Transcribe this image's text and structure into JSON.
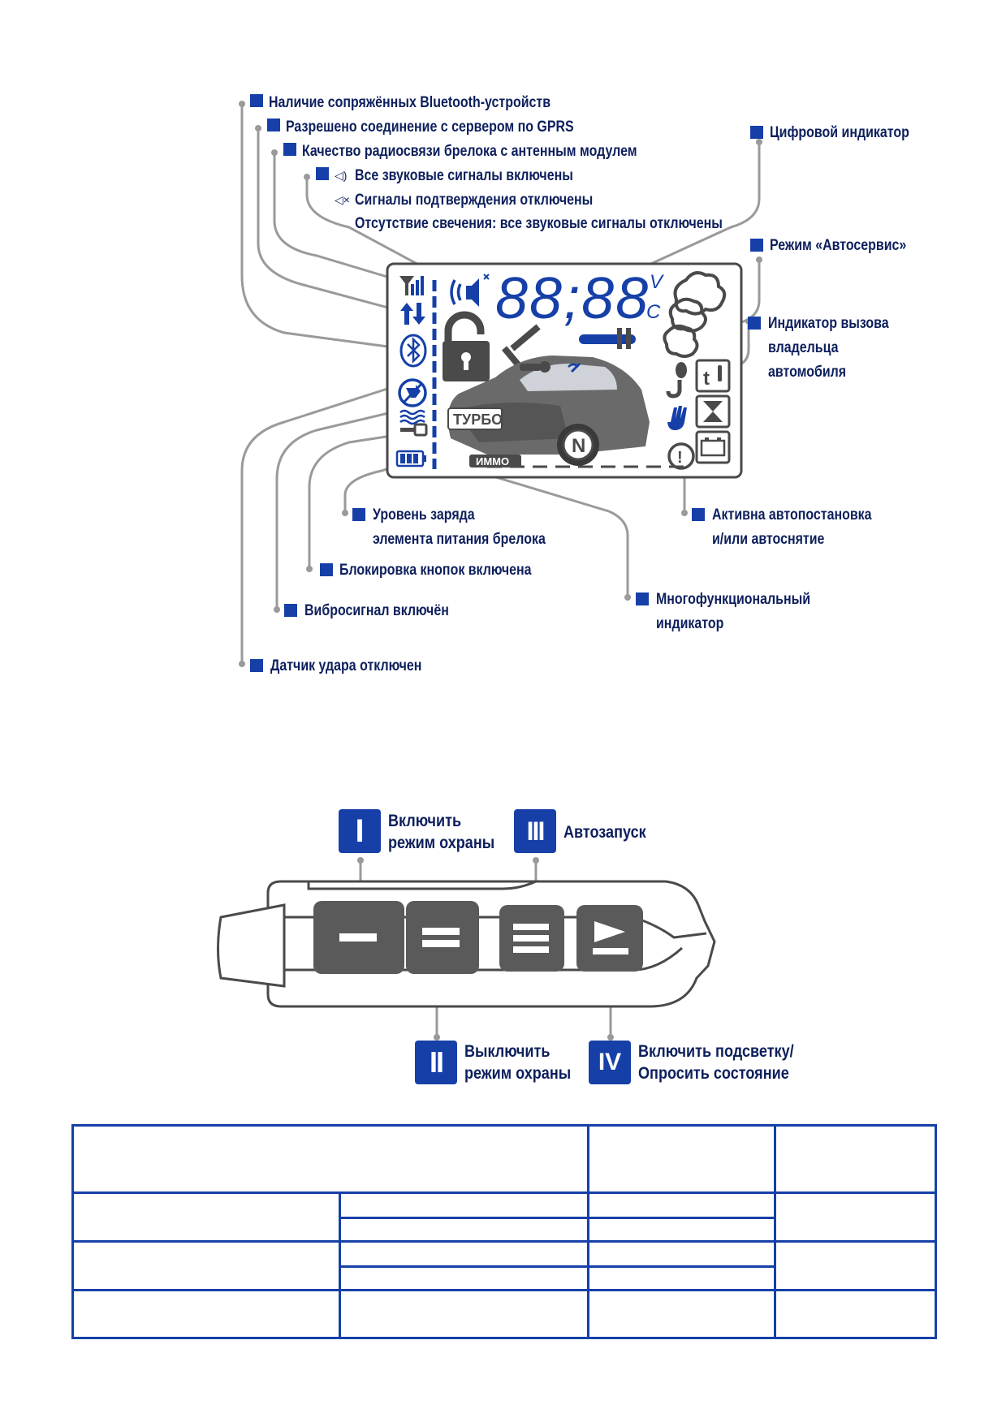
{
  "display_labels": {
    "bluetooth": "Наличие сопряжённых Bluetooth-устройств",
    "gprs": "Разрешено соединение с сервером по GPRS",
    "radio_quality": "Качество радиосвязи брелока с антенным модулем",
    "sound_all_on": "Все звуковые сигналы включены",
    "sound_confirm_off": "Сигналы подтверждения отключены",
    "sound_none": "Отсутствие свечения: все звуковые сигналы отключены",
    "digital_indicator": "Цифровой индикатор",
    "autoservice": "Режим «Автосервис»",
    "owner_call_1": "Индикатор вызова",
    "owner_call_2": "владельца",
    "owner_call_3": "автомобиля",
    "autostop_1": "Активна автопостановка",
    "autostop_2": "и/или автоснятие",
    "multi_1": "Многофункциональный",
    "multi_2": "индикатор",
    "battery_1": "Уровень заряда",
    "battery_2": "элемента питания брелока",
    "keylock": "Блокировка кнопок включена",
    "vibro": "Вибросигнал включён",
    "shock": "Датчик удара отключен"
  },
  "lcd": {
    "digits": "88;88",
    "unit_v": "V",
    "unit_c": "C",
    "turbo": "ТУРБО",
    "immo": "ИММО",
    "gear": "N",
    "temp_t": "t",
    "alert": "!"
  },
  "buttons": {
    "b1": {
      "numeral": "I",
      "line1": "Включить",
      "line2": "режим охраны"
    },
    "b2": {
      "numeral": "II",
      "line1": "Выключить",
      "line2": "режим охраны"
    },
    "b3": {
      "numeral": "III",
      "line1": "Автозапуск"
    },
    "b4": {
      "numeral": "IV",
      "line1": "Включить подсветку/",
      "line2": "Опросить состояние"
    }
  },
  "colors": {
    "accent": "#1640a8",
    "text": "#0d1f5c",
    "lcd_gray": "#4a4a4a",
    "leader": "#9a9a9a"
  }
}
